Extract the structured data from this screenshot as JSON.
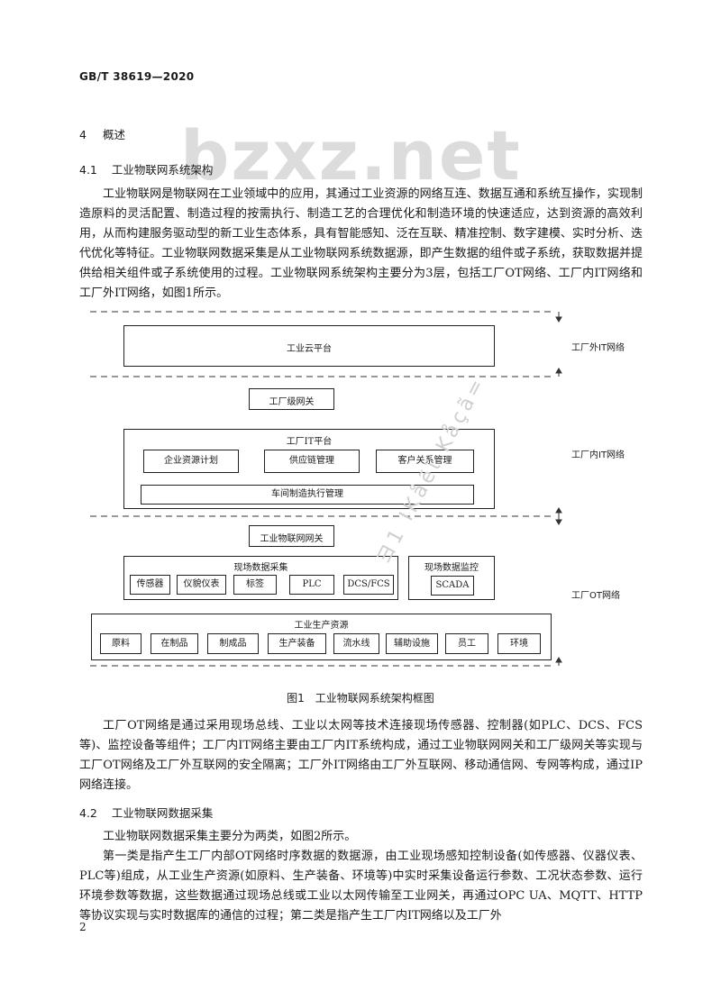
{
  "header": "GB/T 38619—2020",
  "section4": {
    "number": "4",
    "title": "概述"
  },
  "section41": {
    "number": "4.1",
    "title": "工业物联网系统架构"
  },
  "para1": "工业物联网是物联网在工业领域中的应用，其通过工业资源的网络互连、数据互通和系统互操作，实现制造原料的灵活配置、制造过程的按需执行、制造工艺的合理优化和制造环境的快速适应，达到资源的高效利用，从而构建服务驱动型的新工业生态体系，具有智能感知、泛在互联、精准控制、数字建模、实时分析、迭代优化等特征。工业物联网数据采集是从工业物联网系统数据源，即产生数据的组件或子系统，获取数据并提供给相关组件或子系统使用的过程。工业物联网系统架构主要分为3层，包括工厂OT网络、工厂内IT网络和工厂外IT网络，如图1所示。",
  "watermark": "bzxz.net",
  "side_watermark": "ヨ1 ΙΚåẽϊ Kåçã=",
  "diagram": {
    "cloud_platform": "工业云平台",
    "factory_gateway": "工厂级网关",
    "it_platform": "工厂IT平台",
    "erp": "企业资源计划",
    "scm": "供应链管理",
    "crm": "客户关系管理",
    "mes": "车间制造执行管理",
    "iot_gateway": "工业物联网网关",
    "field_collection": "现场数据采集",
    "sensor": "传感器",
    "instrument": "仪貌仪表",
    "tag": "标签",
    "plc": "PLC",
    "dcs_fcs": "DCS/FCS",
    "field_monitor": "现场数据监控",
    "scada": "SCADA",
    "resources": "工业生产资源",
    "res_items": [
      "原料",
      "在制品",
      "制成品",
      "生产装备",
      "流水线",
      "辅助设施",
      "员工",
      "环境"
    ],
    "zone_external": "工厂外IT网络",
    "zone_internal": "工厂内IT网络",
    "zone_ot": "工厂OT网络"
  },
  "figure_caption": "图1　工业物联网系统架构框图",
  "para2": "工厂OT网络是通过采用现场总线、工业以太网等技术连接现场传感器、控制器(如PLC、DCS、FCS等)、监控设备等组件；工厂内IT网络主要由工厂内IT系统构成，通过工业物联网网关和工厂级网关等实现与工厂OT网络及工厂外互联网的安全隔离；工厂外IT网络由工厂外互联网、移动通信网、专网等构成，通过IP网络连接。",
  "section42": {
    "number": "4.2",
    "title": "工业物联网数据采集"
  },
  "para3": "工业物联网数据采集主要分为两类，如图2所示。",
  "para4": "第一类是指产生工厂内部OT网络时序数据的数据源，由工业现场感知控制设备(如传感器、仪器仪表、PLC等)组成，从工业生产资源(如原料、生产装备、环境等)中实时采集设备运行参数、工况状态参数、运行环境参数等数据，这些数据通过现场总线或工业以太网传输至工业网关，再通过OPC UA、MQTT、HTTP等协议实现与实时数据库的通信的过程；第二类是指产生工厂内IT网络以及工厂外",
  "page_number": "2"
}
